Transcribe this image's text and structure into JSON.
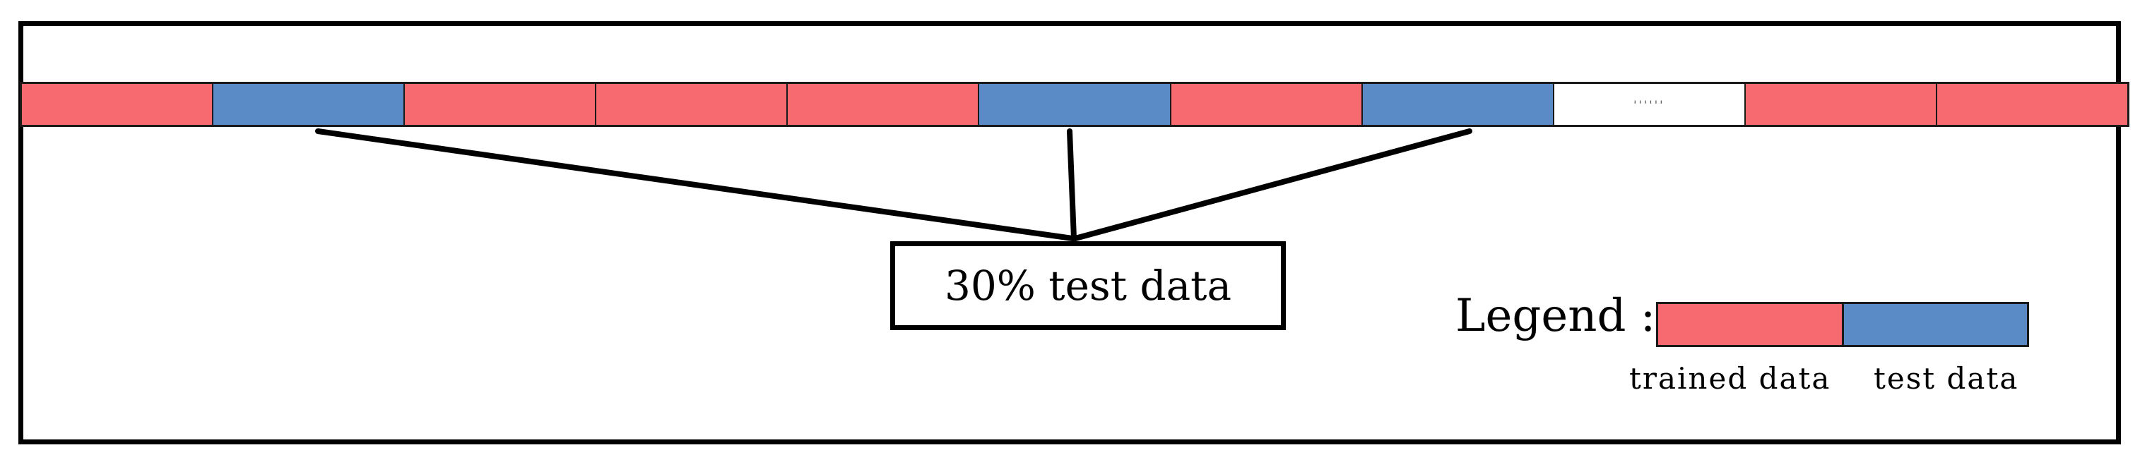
{
  "colors": {
    "trained": "#f76b70",
    "test": "#5b8bc7",
    "ellipsis": "#ffffff"
  },
  "strip": [
    {
      "kind": "trained",
      "icon": "red-segment"
    },
    {
      "kind": "test",
      "icon": "blue-segment"
    },
    {
      "kind": "trained",
      "icon": "red-segment"
    },
    {
      "kind": "trained",
      "icon": "red-segment"
    },
    {
      "kind": "trained",
      "icon": "red-segment"
    },
    {
      "kind": "test",
      "icon": "blue-segment"
    },
    {
      "kind": "trained",
      "icon": "red-segment"
    },
    {
      "kind": "test",
      "icon": "blue-segment"
    },
    {
      "kind": "ellipsis",
      "icon": "ellipsis-segment",
      "label": "''''''"
    },
    {
      "kind": "trained",
      "icon": "red-segment"
    },
    {
      "kind": "trained",
      "icon": "red-segment"
    }
  ],
  "callout": {
    "label": "30% test data"
  },
  "legend": {
    "label": "Legend :",
    "items": [
      {
        "kind": "trained",
        "label": "trained data"
      },
      {
        "kind": "test",
        "label": "test data"
      }
    ]
  }
}
